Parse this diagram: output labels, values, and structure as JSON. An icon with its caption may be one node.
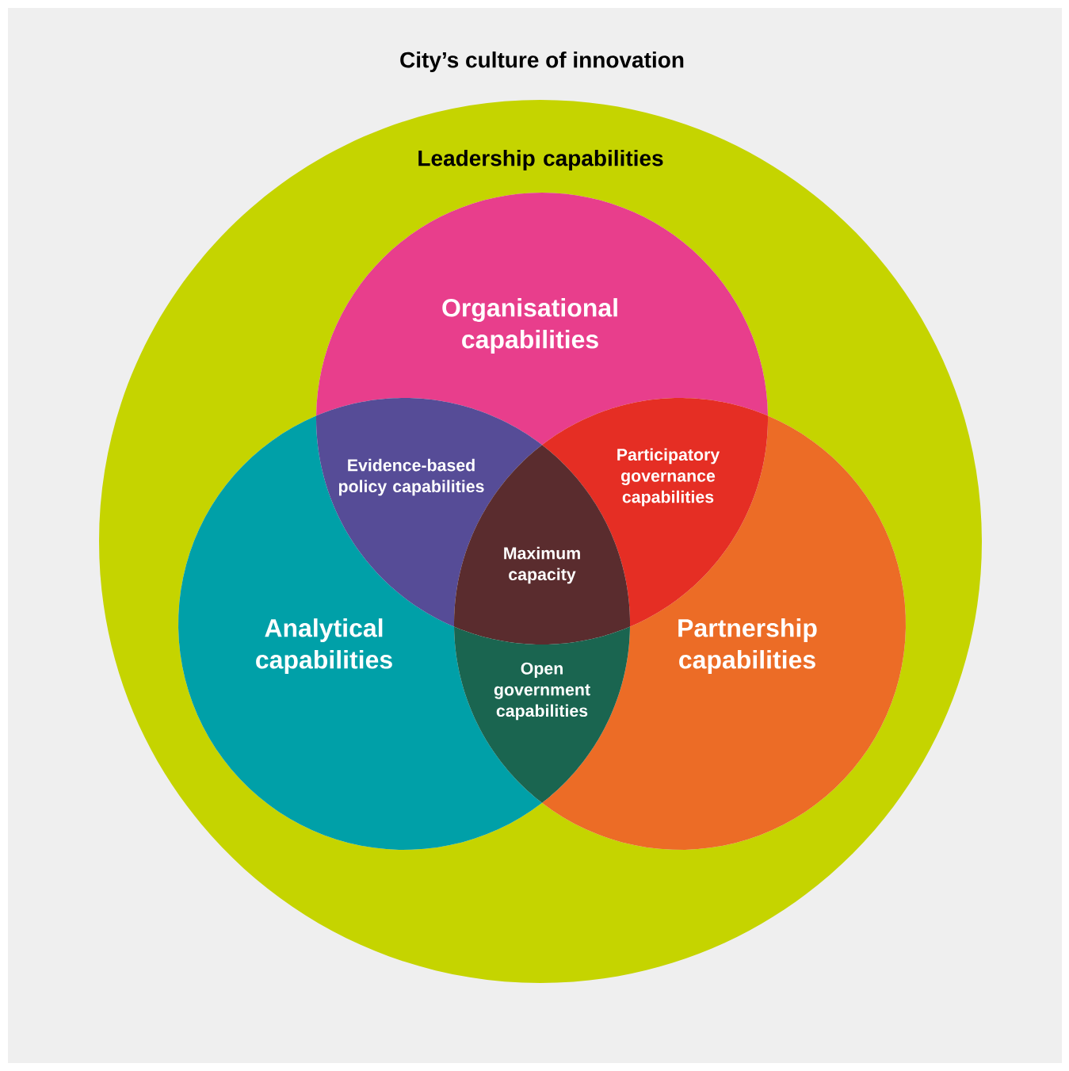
{
  "diagram": {
    "title": "City’s culture of innovation",
    "nodes": [
      {
        "text": [
          "Leadership capabilities"
        ]
      },
      {
        "text": [
          "Organisational capabilities"
        ],
        "in": 0
      },
      {
        "text": [
          "Analytical capabilities"
        ],
        "in": 0
      },
      {
        "text": [
          "Partnership capabilities"
        ],
        "in": 0
      },
      {
        "text": [
          "Evidence-based policy capabilities"
        ],
        "in": 0
      },
      {
        "text": [
          "Participatory governance capabilities"
        ],
        "in": 0
      },
      {
        "text": [
          "Maximum capacity"
        ],
        "in": 0
      },
      {
        "text": [
          "Open government capabilities"
        ],
        "in": 0
      }
    ]
  }
}
